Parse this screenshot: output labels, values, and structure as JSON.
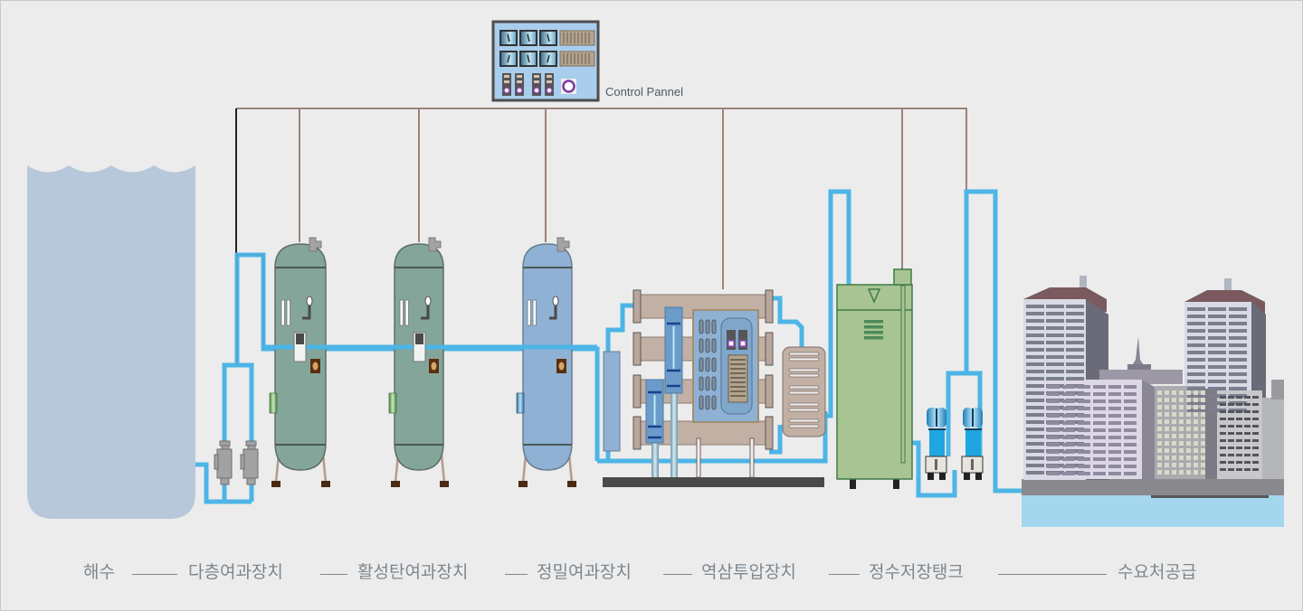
{
  "control_panel": {
    "label": "Control Pannel"
  },
  "process_steps": [
    {
      "label": "해수",
      "icon": "seawater-reservoir"
    },
    {
      "label": "다층여과장치",
      "icon": "multilayer-filter-tank"
    },
    {
      "label": "활성탄여과장치",
      "icon": "activated-carbon-filter-tank"
    },
    {
      "label": "정밀여과장치",
      "icon": "precision-filter-tank"
    },
    {
      "label": "역삼투압장치",
      "icon": "reverse-osmosis-unit"
    },
    {
      "label": "정수저장탱크",
      "icon": "purified-water-storage-tank"
    },
    {
      "label": "수요처공급",
      "icon": "city-buildings"
    }
  ],
  "colors": {
    "background": "#ececec",
    "pipe": "#4db5e6",
    "seawater": "#b7c8da",
    "filter_tank": "#84a59a",
    "precision_tank": "#8eb1d4",
    "storage_tank": "#a8c493",
    "ro_tubes": "#c2b0a5",
    "control_panel": "#a9cdec",
    "city_water": "#a4d6ee",
    "wire": "#9a8478",
    "caption": "#7d8790"
  }
}
